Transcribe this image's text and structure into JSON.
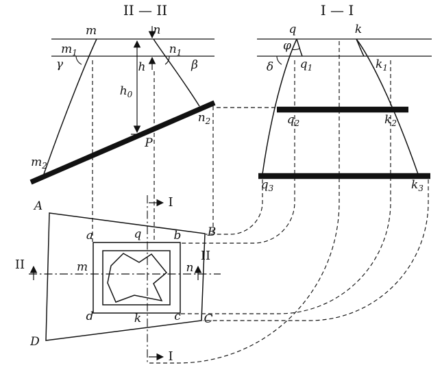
{
  "sections": {
    "s2": {
      "title": "II — II",
      "m": {
        "b": "m"
      },
      "n": {
        "b": "n"
      },
      "m1": {
        "b": "m",
        "s": "1"
      },
      "n1": {
        "b": "n",
        "s": "1"
      },
      "gamma": {
        "b": "γ"
      },
      "beta": {
        "b": "β"
      },
      "h": {
        "b": "h"
      },
      "h0": {
        "b": "h",
        "s": "0"
      },
      "m2": {
        "b": "m",
        "s": "2"
      },
      "n2": {
        "b": "n",
        "s": "2"
      },
      "P": {
        "b": "P"
      }
    },
    "s1": {
      "title": "I — I",
      "q": {
        "b": "q"
      },
      "k": {
        "b": "k"
      },
      "phi": {
        "b": "φ"
      },
      "delta": {
        "b": "δ"
      },
      "q1": {
        "b": "q",
        "s": "1"
      },
      "k1": {
        "b": "k",
        "s": "1"
      },
      "q2": {
        "b": "q",
        "s": "2"
      },
      "k2": {
        "b": "k",
        "s": "2"
      },
      "q3": {
        "b": "q",
        "s": "3"
      },
      "k3": {
        "b": "k",
        "s": "3"
      }
    },
    "plan": {
      "A": {
        "b": "A"
      },
      "B": {
        "b": "B"
      },
      "C": {
        "b": "C"
      },
      "D": {
        "b": "D"
      },
      "a": {
        "b": "a"
      },
      "b": {
        "b": "b"
      },
      "c": {
        "b": "c"
      },
      "d": {
        "b": "d"
      },
      "q": {
        "b": "q"
      },
      "k": {
        "b": "k"
      },
      "m": {
        "b": "m"
      },
      "n": {
        "b": "n"
      },
      "cutI": "I",
      "cutII": "II"
    }
  },
  "colors": {
    "ink": "#111111",
    "background": "#ffffff"
  }
}
